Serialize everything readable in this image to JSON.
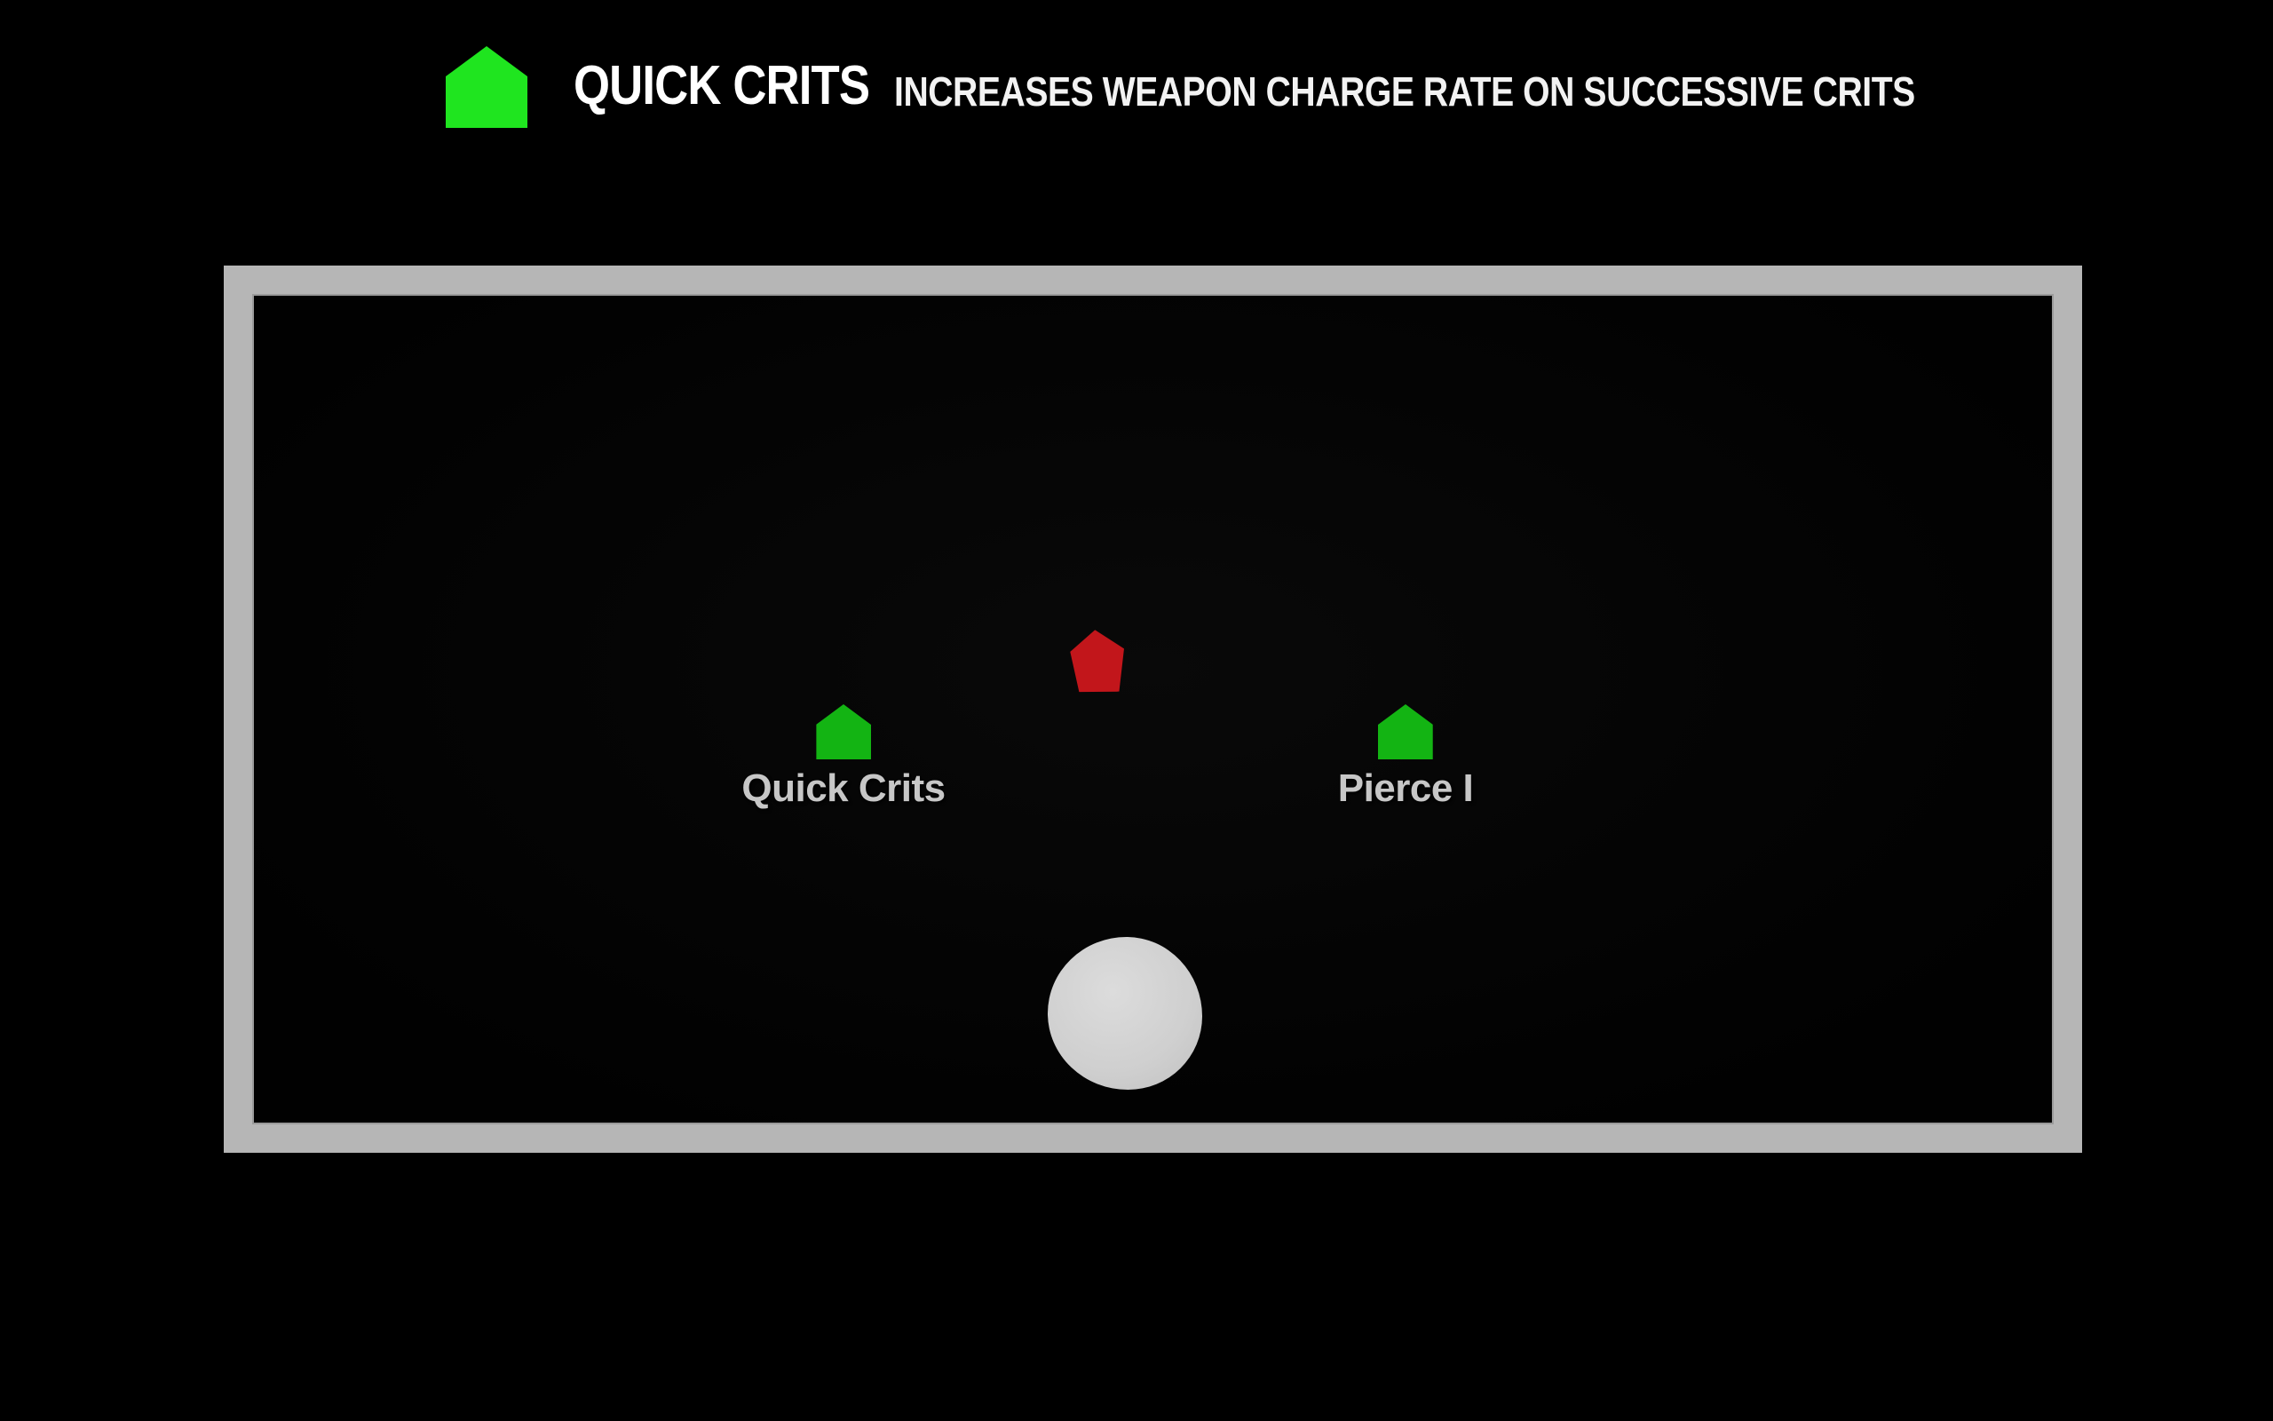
{
  "header": {
    "title": "QUICK CRITS",
    "description": "INCREASES WEAPON CHARGE RATE ON SUCCESSIVE CRITS",
    "icon": "green-house-pentagon-icon",
    "icon_color": "#1fe51f",
    "title_color": "#ffffff"
  },
  "arena": {
    "border_color": "#b6b6b6",
    "floor_color": "#050505"
  },
  "enemy": {
    "icon": "red-pentagon-icon",
    "color": "#c2161b"
  },
  "pickups": [
    {
      "label": "Quick Crits",
      "icon": "green-house-pentagon-icon",
      "color": "#13b413"
    },
    {
      "label": "Pierce I",
      "icon": "green-house-pentagon-icon",
      "color": "#13b413"
    }
  ],
  "player": {
    "shape": "white-circle",
    "color": "#d2d2d2"
  }
}
